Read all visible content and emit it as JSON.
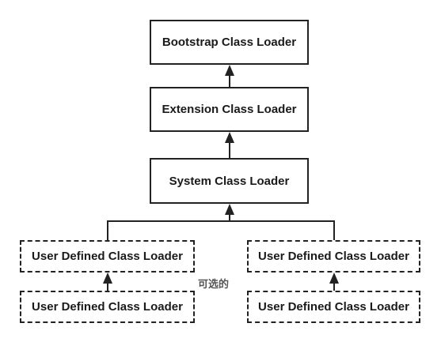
{
  "diagram": {
    "bootstrap": "Bootstrap Class Loader",
    "extension": "Extension Class Loader",
    "system": "System Class Loader",
    "user_left_top": "User Defined Class Loader",
    "user_left_bottom": "User Defined Class Loader",
    "user_right_top": "User Defined Class Loader",
    "user_right_bottom": "User Defined Class Loader",
    "optional_note": "可选的"
  },
  "colors": {
    "stroke": "#222222",
    "text": "#1a1a1a",
    "note": "#555555",
    "background": "#ffffff"
  }
}
